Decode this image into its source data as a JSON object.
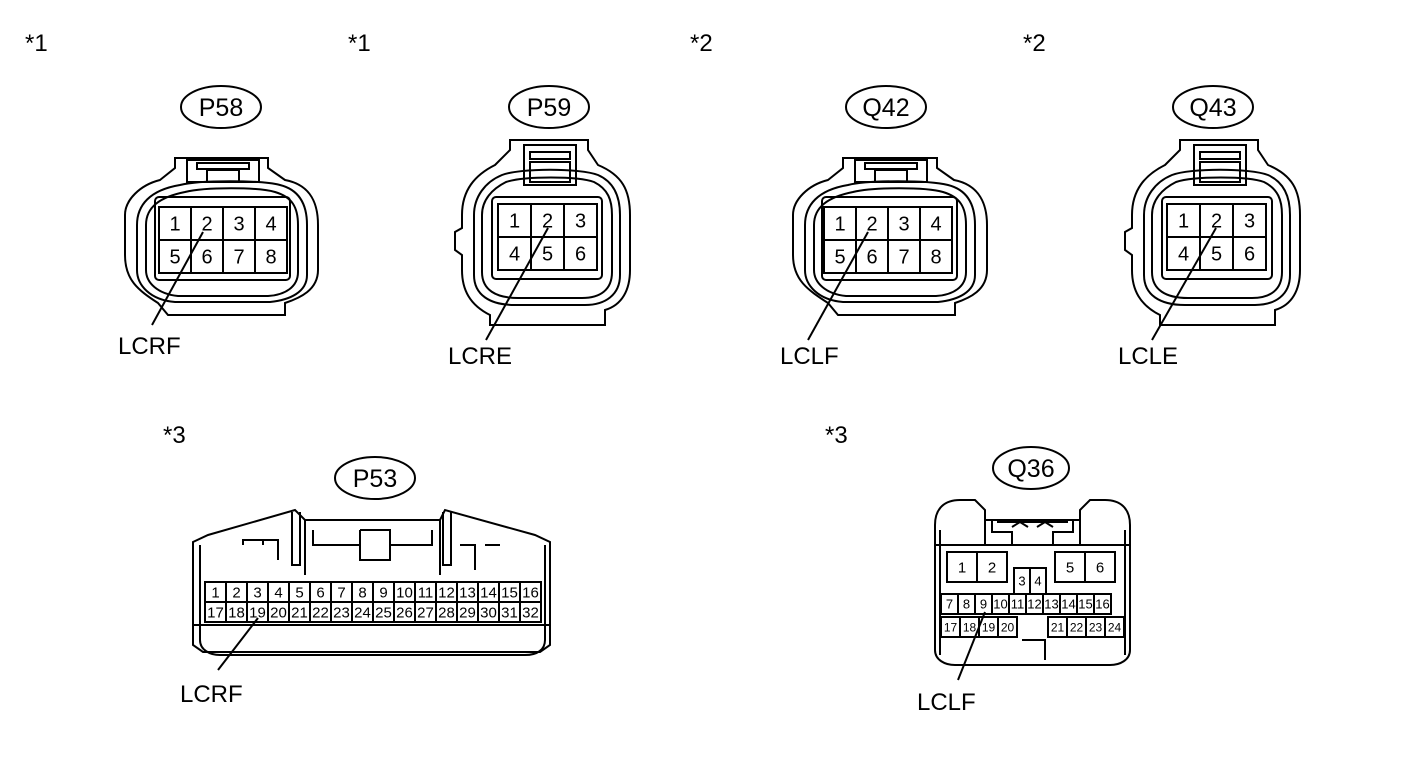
{
  "connectors": [
    {
      "note": "*1",
      "id": "P58",
      "rows": [
        [
          "1",
          "2",
          "3",
          "4"
        ],
        [
          "5",
          "6",
          "7",
          "8"
        ]
      ],
      "wire_label": "LCRF",
      "wire_pin": "2"
    },
    {
      "note": "*1",
      "id": "P59",
      "rows": [
        [
          "1",
          "2",
          "3"
        ],
        [
          "4",
          "5",
          "6"
        ]
      ],
      "wire_label": "LCRE",
      "wire_pin": "2"
    },
    {
      "note": "*2",
      "id": "Q42",
      "rows": [
        [
          "1",
          "2",
          "3",
          "4"
        ],
        [
          "5",
          "6",
          "7",
          "8"
        ]
      ],
      "wire_label": "LCLF",
      "wire_pin": "2"
    },
    {
      "note": "*2",
      "id": "Q43",
      "rows": [
        [
          "1",
          "2",
          "3"
        ],
        [
          "4",
          "5",
          "6"
        ]
      ],
      "wire_label": "LCLE",
      "wire_pin": "2"
    },
    {
      "note": "*3",
      "id": "P53",
      "rows": [
        [
          "1",
          "2",
          "3",
          "4",
          "5",
          "6",
          "7",
          "8",
          "9",
          "10",
          "11",
          "12",
          "13",
          "14",
          "15",
          "16"
        ],
        [
          "17",
          "18",
          "19",
          "20",
          "21",
          "22",
          "23",
          "24",
          "25",
          "26",
          "27",
          "28",
          "29",
          "30",
          "31",
          "32"
        ]
      ],
      "wire_label": "LCRF",
      "wire_pin": "19"
    },
    {
      "note": "*3",
      "id": "Q36",
      "top_left_pins": [
        "1",
        "2"
      ],
      "middle_pins": [
        "3",
        "4"
      ],
      "top_right_pins": [
        "5",
        "6"
      ],
      "row_mid": [
        "7",
        "8",
        "9",
        "10",
        "11",
        "12",
        "13",
        "14",
        "15",
        "16"
      ],
      "row_bottom_left": [
        "17",
        "18",
        "19",
        "20"
      ],
      "row_bottom_right": [
        "21",
        "22",
        "23",
        "24"
      ],
      "wire_label": "LCLF",
      "wire_pin": "9"
    }
  ]
}
